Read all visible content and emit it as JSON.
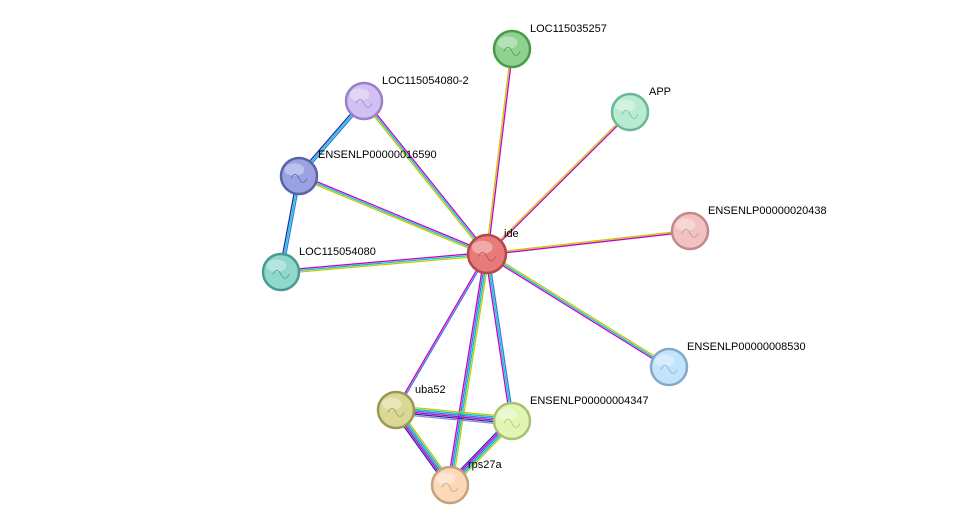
{
  "graph": {
    "nodes": [
      {
        "id": "ide",
        "label": "ide",
        "color": "#e87a7a",
        "stroke": "#b24a4a",
        "center": true
      },
      {
        "id": "LOC115035257",
        "label": "LOC115035257",
        "color": "#8fd28f",
        "stroke": "#4a9a4a"
      },
      {
        "id": "APP",
        "label": "APP",
        "color": "#b8ecd0",
        "stroke": "#6ab896"
      },
      {
        "id": "LOC115054080-2",
        "label": "LOC115054080-2",
        "color": "#d2c0f2",
        "stroke": "#9a80c8"
      },
      {
        "id": "ENSENLP00000016590",
        "label": "ENSENLP00000016590",
        "color": "#9aa2e2",
        "stroke": "#5a62a8"
      },
      {
        "id": "LOC115054080",
        "label": "LOC115054080",
        "color": "#8ed8cc",
        "stroke": "#4a9a90"
      },
      {
        "id": "ENSENLP00000020438",
        "label": "ENSENLP00000020438",
        "color": "#f2c2c2",
        "stroke": "#c08a8a"
      },
      {
        "id": "ENSENLP00000008530",
        "label": "ENSENLP00000008530",
        "color": "#c2e4fa",
        "stroke": "#82aac8"
      },
      {
        "id": "uba52",
        "label": "uba52",
        "color": "#dad894",
        "stroke": "#9a9852"
      },
      {
        "id": "ENSENLP00000004347",
        "label": "ENSENLP00000004347",
        "color": "#e2f6b4",
        "stroke": "#a8c076"
      },
      {
        "id": "rps27a",
        "label": "rps27a",
        "color": "#fad8b8",
        "stroke": "#c8a07a"
      }
    ],
    "edges": [
      {
        "source": "ide",
        "target": "LOC115035257",
        "colors": [
          "#c8c800",
          "#c800c8"
        ]
      },
      {
        "source": "ide",
        "target": "APP",
        "colors": [
          "#c8c800",
          "#c800c8"
        ]
      },
      {
        "source": "ide",
        "target": "LOC115054080-2",
        "colors": [
          "#c8c800",
          "#00c8c8",
          "#c800c8"
        ]
      },
      {
        "source": "ide",
        "target": "ENSENLP00000016590",
        "colors": [
          "#c8c800",
          "#00c8c8",
          "#c800c8"
        ]
      },
      {
        "source": "ide",
        "target": "LOC115054080",
        "colors": [
          "#c8c800",
          "#00c8c8",
          "#c800c8"
        ]
      },
      {
        "source": "ide",
        "target": "ENSENLP00000020438",
        "colors": [
          "#c8c800",
          "#c800c8"
        ]
      },
      {
        "source": "ide",
        "target": "ENSENLP00000008530",
        "colors": [
          "#c8c800",
          "#00c8c8",
          "#c800c8"
        ]
      },
      {
        "source": "ide",
        "target": "uba52",
        "colors": [
          "#3a7ae0",
          "#c800c8"
        ]
      },
      {
        "source": "ide",
        "target": "ENSENLP00000004347",
        "colors": [
          "#3a7ae0",
          "#00c8c8",
          "#c800c8"
        ]
      },
      {
        "source": "ide",
        "target": "rps27a",
        "colors": [
          "#c8c800",
          "#00c8c8",
          "#3a7ae0",
          "#c800c8"
        ]
      },
      {
        "source": "LOC115054080-2",
        "target": "ENSENLP00000016590",
        "colors": [
          "#3a7ae0",
          "#00c8c8",
          "#2a2ab0"
        ]
      },
      {
        "source": "ENSENLP00000016590",
        "target": "LOC115054080",
        "colors": [
          "#3a7ae0",
          "#00c8c8",
          "#2a2ab0"
        ]
      },
      {
        "source": "uba52",
        "target": "ENSENLP00000004347",
        "colors": [
          "#c8c800",
          "#00c8c8",
          "#3a7ae0",
          "#c800c8",
          "#2a2ab0",
          "#8a8ad0"
        ]
      },
      {
        "source": "uba52",
        "target": "rps27a",
        "colors": [
          "#c8c800",
          "#00c8c8",
          "#3a7ae0",
          "#c800c8",
          "#2a2ab0"
        ]
      },
      {
        "source": "ENSENLP00000004347",
        "target": "rps27a",
        "colors": [
          "#c8c800",
          "#00c8c8",
          "#3a7ae0",
          "#c800c8",
          "#2a2ab0"
        ]
      }
    ]
  }
}
